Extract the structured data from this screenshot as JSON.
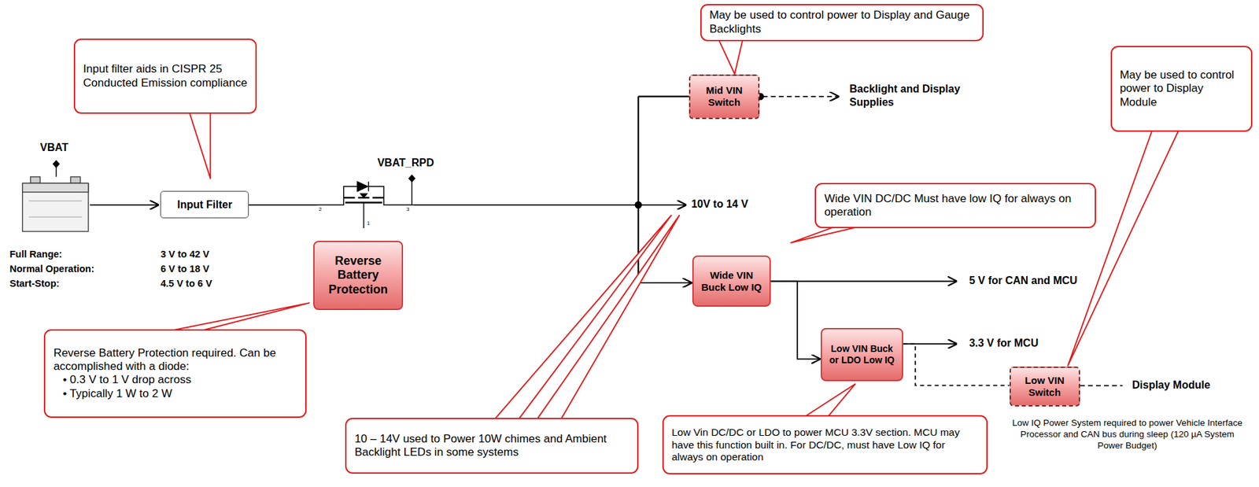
{
  "diagram": {
    "nodes": [
      {
        "text": [
          "Input Filter"
        ]
      },
      {
        "text": [
          "Reverse Battery Protection"
        ]
      },
      {
        "text": [
          "Mid VIN Switch"
        ]
      },
      {
        "text": [
          "Wide VIN Buck Low IQ"
        ]
      },
      {
        "text": [
          "Low VIN Buck or LDO Low IQ"
        ]
      },
      {
        "text": [
          "Low VIN Switch"
        ]
      },
      {
        "text": [
          "Input filter aids in CISPR 25 Conducted Emission compliance"
        ]
      },
      {
        "text": [
          "Reverse Battery Protection required. Can be accomplished with a diode:",
          "• 0.3 V to 1 V drop across",
          "• Typically 1 W to 2 W"
        ]
      },
      {
        "text": [
          "10 – 14V used to Power 10W chimes and Ambient Backlight LEDs in some systems"
        ]
      },
      {
        "text": [
          "May be used to control power to Display and Gauge Backlights"
        ]
      },
      {
        "text": [
          "Wide VIN DC/DC Must have low IQ for always on operation"
        ]
      },
      {
        "text": [
          "May be used to control power to Display Module"
        ]
      },
      {
        "text": [
          "Low Vin DC/DC or LDO to power MCU 3.3V section. MCU may have this function built in. For DC/DC, must have Low IQ for always on operation"
        ]
      }
    ],
    "edges": [
      {
        "from": 3,
        "to": 4,
        "arrow": "to"
      },
      {
        "from": 4,
        "to": 5,
        "arrow": "none"
      }
    ],
    "labels": [
      "VBAT",
      "Full Range:",
      "3 V to 42 V",
      "Normal Operation:",
      "6 V to 18 V",
      "Start-Stop:",
      "4.5 V to 6 V",
      "2",
      "3",
      "1",
      "VBAT_RPD",
      "10V to 14 V",
      "Backlight and Display Supplies",
      "5 V for CAN and MCU",
      "3.3 V for MCU",
      "Display Module",
      "Low IQ Power System required to power Vehicle Interface Processor and CAN bus during sleep (120 µA System Power Budget)"
    ]
  }
}
